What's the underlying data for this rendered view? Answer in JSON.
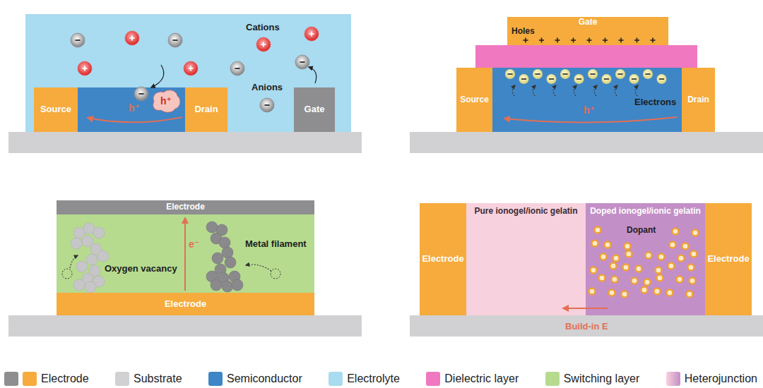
{
  "diagram": {
    "nodes": [
      {
        "text": [
          "Source"
        ]
      },
      {
        "text": [
          "Drain"
        ]
      },
      {
        "text": [
          "Gate"
        ]
      },
      {
        "text": [
          "h⁺"
        ]
      },
      {
        "text": [
          "Gate",
          "Holes"
        ]
      },
      {
        "text": [
          "Source"
        ]
      },
      {
        "text": [
          "Drain"
        ]
      },
      {
        "text": [
          "Electrode"
        ]
      },
      {
        "text": [
          "Electrode"
        ]
      },
      {
        "text": [
          "Electrode"
        ]
      },
      {
        "text": [
          "Pure ionogel/ionic gelatin"
        ]
      },
      {
        "text": [
          "Doped ionogel/ionic gelatin",
          "Dopant"
        ]
      },
      {
        "text": [
          "Electrode"
        ]
      }
    ],
    "labels": [
      "Cations",
      "Anions",
      "h⁺",
      "Electrons",
      "h⁺",
      "Oxygen vacancy",
      "Metal filament",
      "e⁻",
      "Build-in E"
    ],
    "legend": [
      {
        "text": "Electrode",
        "color": "#f6ab3c"
      },
      {
        "text": "Substrate",
        "color": "#d1d1d3"
      },
      {
        "text": "Semiconductor",
        "color": "#3f86c6"
      },
      {
        "text": "Electrolyte",
        "color": "#a9dbf1"
      },
      {
        "text": "Dielectric layer",
        "color": "#ef78c0"
      },
      {
        "text": "Switching layer",
        "color": "#b6db8f"
      },
      {
        "text": "Heterojunction",
        "color": "#c38fc7"
      }
    ]
  }
}
